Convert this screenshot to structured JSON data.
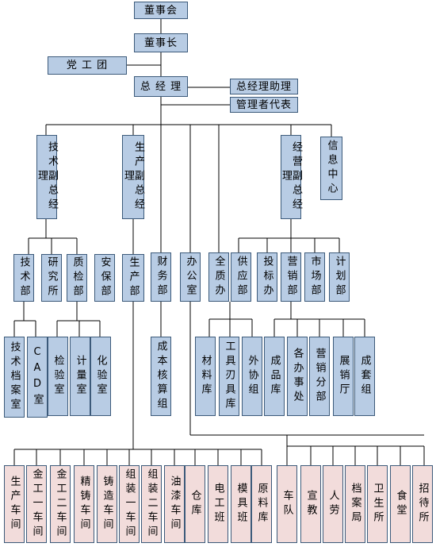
{
  "org_chart": {
    "top": {
      "board": "董事会",
      "chairman": "董事长",
      "party_group": "党 工 团",
      "general_manager": "总 经 理",
      "gm_assistant": "总经理助理",
      "management_rep": "管理者代表"
    },
    "level2": {
      "tech_vp": "技术副总经理",
      "prod_vp": "生产副总经理",
      "finance": "财务部",
      "office": "办公室",
      "quality_office": "全质办",
      "biz_vp": "经营副总经理",
      "info_center": "信息中心"
    },
    "level3": {
      "tech_dept": "技术部",
      "research": "研究所",
      "qc_dept": "质检部",
      "safety_dept": "安保部",
      "production_dept": "生产部",
      "supply_dept": "供应部",
      "bidding_office": "投标办",
      "marketing_dept": "营销部",
      "market_dept": "市场部",
      "planning_dept": "计划部"
    },
    "level4": {
      "tech_archive": "技术档案室",
      "cad_room": "CAD室",
      "inspection_room": "检验室",
      "metering_room": "计量室",
      "lab_room": "化验室",
      "costing_group": "成本核算组",
      "material_store": "材料库",
      "tool_store": "工具刃具库",
      "outsourcing_group": "外协组",
      "product_store": "成品库",
      "branch_offices": "各办事处",
      "sales_branch": "营销分部",
      "showroom": "展销厅",
      "complete_set_group": "成套组"
    },
    "bottom_row": [
      "生产车间",
      "金工一车间",
      "金工二车间",
      "精铸车间",
      "铸造车间",
      "组装一车间",
      "组装二车间",
      "油漆车间",
      "仓库",
      "电工班",
      "模具班",
      "原料库",
      "车队",
      "宣教",
      "人劳",
      "档案局",
      "卫生所",
      "食堂",
      "招待所"
    ]
  },
  "colors": {
    "box_blue": "#b8cce4",
    "box_pink": "#f2dcdb",
    "border": "#3c5a7a"
  }
}
